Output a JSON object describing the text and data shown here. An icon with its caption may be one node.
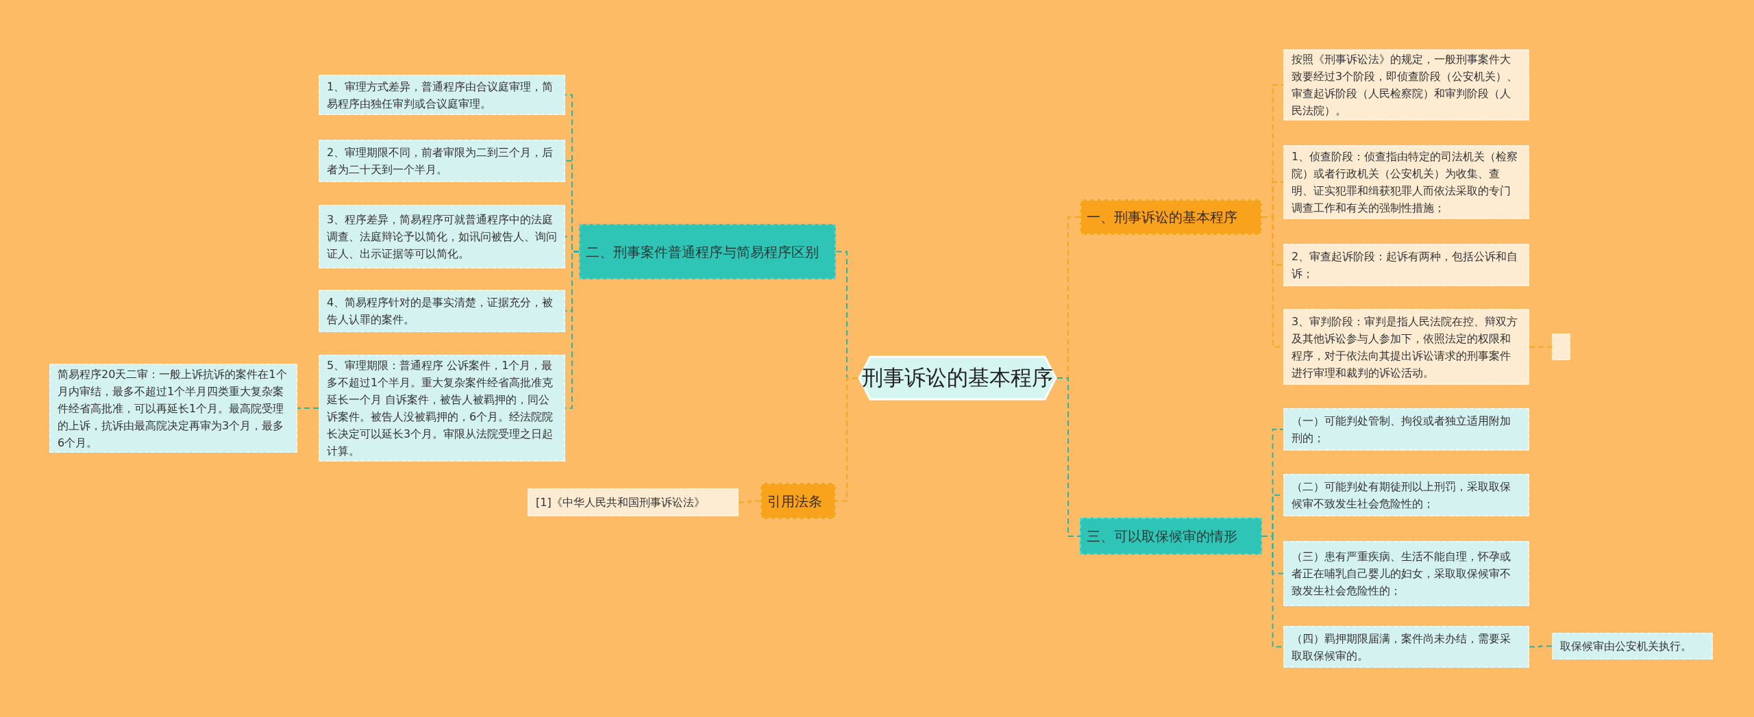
{
  "diagram": {
    "nodes": [
      {
        "text": [
          "刑事诉讼的基本程序"
        ]
      },
      {
        "text": [
          "二、刑事案件普通程序与简易程序区别"
        ]
      },
      {
        "text": [
          "1、审理方式差异，普通程序由合议庭审理，简易程序由独任审判或合议庭审理。"
        ]
      },
      {
        "text": [
          "2、审理期限不同，前者审限为二到三个月，后者为二十天到一个半月。"
        ]
      },
      {
        "text": [
          "3、程序差异，简易程序可就普通程序中的法庭调查、法庭辩论予以简化，如讯问被告人、询问证人、出示证据等可以简化。"
        ]
      },
      {
        "text": [
          "4、简易程序针对的是事实清楚，证据充分，被告人认罪的案件。"
        ]
      },
      {
        "text": [
          "5、审理期限：普通程序 公诉案件，1个月，最多不超过1个半月。重大复杂案件经省高批准克延长一个月 自诉案件，被告人被羁押的，同公诉案件。被告人没被羁押的，6个月。经法院院长决定可以延长3个月。审限从法院受理之日起计算。"
        ]
      },
      {
        "text": [
          "简易程序20天二审：一般上诉抗诉的案件在1个月内审结，最多不超过1个半月四类重大复杂案件经省高批准，可以再延长1个月。最高院受理的上诉，抗诉由最高院决定再审为3个月，最多6个月。"
        ]
      },
      {
        "text": [
          "引用法条"
        ]
      },
      {
        "text": [
          "[1]《中华人民共和国刑事诉讼法》"
        ]
      },
      {
        "text": [
          "一、刑事诉讼的基本程序"
        ]
      },
      {
        "text": [
          "按照《刑事诉讼法》的规定，一般刑事案件大致要经过3个阶段，即侦查阶段（公安机关）、审查起诉阶段（人民检察院）和审判阶段（人民法院）。"
        ]
      },
      {
        "text": [
          "1、侦查阶段：侦查指由特定的司法机关（检察院）或者行政机关（公安机关）为收集、查明、证实犯罪和缉获犯罪人而依法采取的专门调查工作和有关的强制性措施；"
        ]
      },
      {
        "text": [
          "2、审查起诉阶段：起诉有两种，包括公诉和自诉；"
        ]
      },
      {
        "text": [
          "3、审判阶段：审判是指人民法院在控、辩双方及其他诉讼参与人参加下，依照法定的权限和程序，对于依法向其提出诉讼请求的刑事案件进行审理和裁判的诉讼活动。"
        ]
      },
      {
        "text": [],
        "shape": "box"
      },
      {
        "text": [
          "三、可以取保候审的情形"
        ]
      },
      {
        "text": [
          "（一）可能判处管制、拘役或者独立适用附加刑的；"
        ]
      },
      {
        "text": [
          "（二）可能判处有期徒刑以上刑罚，采取取保候审不致发生社会危险性的；"
        ]
      },
      {
        "text": [
          "（三）患有严重疾病、生活不能自理，怀孕或者正在哺乳自己婴儿的妇女，采取取保候审不致发生社会危险性的；"
        ]
      },
      {
        "text": [
          "（四）羁押期限届满，案件尚未办结，需要采取取保候审的。"
        ]
      },
      {
        "text": [
          "取保候审由公安机关执行。"
        ]
      }
    ],
    "edges": [
      {
        "from": 0,
        "to": 1,
        "arrow": "none"
      },
      {
        "from": 1,
        "to": 2,
        "arrow": "none"
      },
      {
        "from": 1,
        "to": 3,
        "arrow": "none"
      },
      {
        "from": 1,
        "to": 4,
        "arrow": "none"
      },
      {
        "from": 1,
        "to": 5,
        "arrow": "none"
      },
      {
        "from": 1,
        "to": 6,
        "arrow": "none"
      },
      {
        "from": 6,
        "to": 7,
        "arrow": "none"
      },
      {
        "from": 0,
        "to": 8,
        "arrow": "none",
        "color": "#f5a623"
      },
      {
        "from": 8,
        "to": 9,
        "arrow": "none",
        "color": "#f5a623"
      },
      {
        "from": 0,
        "to": 10,
        "arrow": "none",
        "color": "#f5a623"
      },
      {
        "from": 10,
        "to": 11,
        "arrow": "none",
        "color": "#f5a623"
      },
      {
        "from": 10,
        "to": 12,
        "arrow": "none",
        "color": "#f5a623"
      },
      {
        "from": 10,
        "to": 13,
        "arrow": "none",
        "color": "#f5a623"
      },
      {
        "from": 10,
        "to": 14,
        "arrow": "none",
        "color": "#f5a623"
      },
      {
        "from": 14,
        "to": 15,
        "arrow": "none",
        "color": "#f5a623"
      },
      {
        "from": 0,
        "to": 16,
        "arrow": "none"
      },
      {
        "from": 16,
        "to": 17,
        "arrow": "none"
      },
      {
        "from": 16,
        "to": 18,
        "arrow": "none"
      },
      {
        "from": 16,
        "to": 19,
        "arrow": "none"
      },
      {
        "from": 16,
        "to": 20,
        "arrow": "none"
      },
      {
        "from": 20,
        "to": 21,
        "arrow": "none"
      }
    ]
  }
}
